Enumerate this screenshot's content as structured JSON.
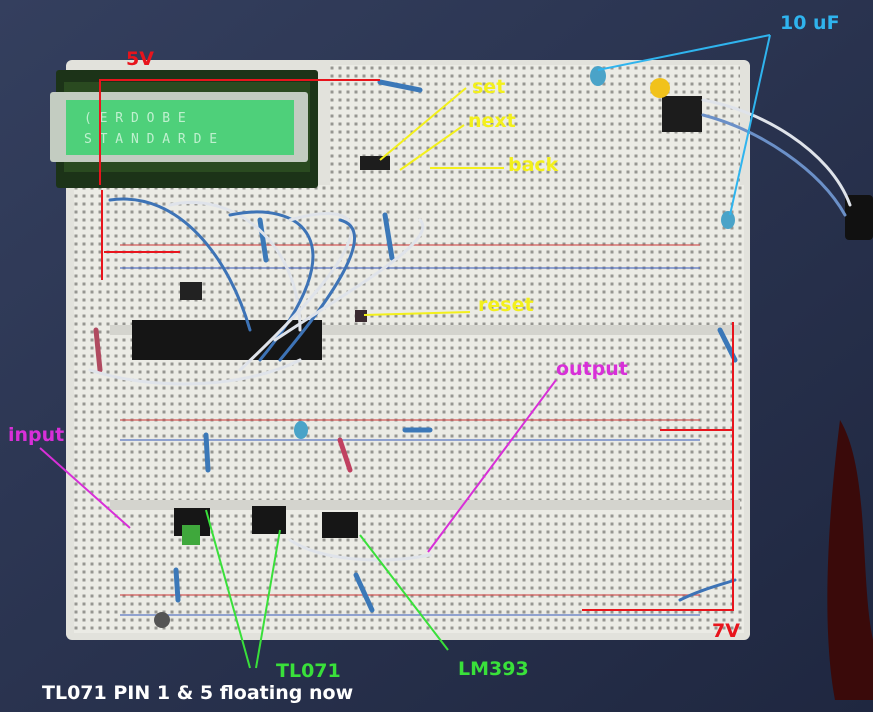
{
  "annotations": {
    "supply_5v": "5V",
    "supply_7v": "7V",
    "cap_10uf": "10 uF",
    "btn_set": "set",
    "btn_next": "next",
    "btn_back": "back",
    "btn_reset": "reset",
    "sig_input": "input",
    "sig_output": "output",
    "ic_tl071": "TL071",
    "ic_lm393": "LM393"
  },
  "caption": "TL071 PIN 1 & 5 floating now",
  "lcd": {
    "line1": "( E R D O B E",
    "line2": "S T A N D A R D   E"
  },
  "colors": {
    "red": "#e8141c",
    "yellow": "#f3f01c",
    "green": "#39e03a",
    "magenta": "#d82fd8",
    "cyan": "#2fb4ee",
    "white": "#ffffff"
  }
}
